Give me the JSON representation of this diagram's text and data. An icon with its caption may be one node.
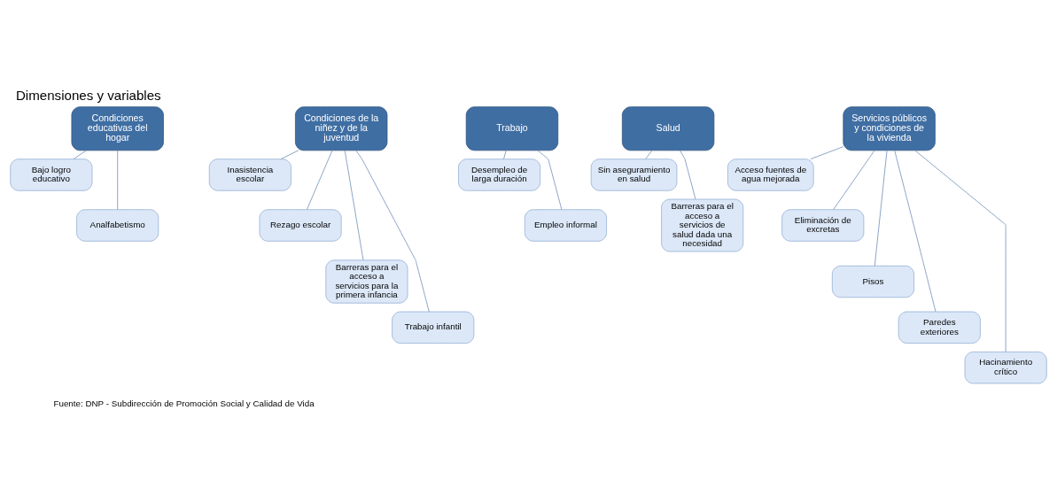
{
  "diagram": {
    "title": "Dimensiones y variables",
    "caption": "Fuente: DNP - Subdirección de Promoción Social y Calidad de Vida",
    "nodes": [
      {
        "text": [
          "Condiciones educativas del hogar"
        ]
      },
      {
        "text": [
          "Bajo logro educativo"
        ]
      },
      {
        "text": [
          "Analfabetismo"
        ]
      },
      {
        "text": [
          "Condiciones de la niñez y de la juventud"
        ]
      },
      {
        "text": [
          "Inasistencia escolar"
        ]
      },
      {
        "text": [
          "Rezago escolar"
        ]
      },
      {
        "text": [
          "Barreras para el acceso a servicios para la primera infancia"
        ]
      },
      {
        "text": [
          "Trabajo infantil"
        ]
      },
      {
        "text": [
          "Trabajo"
        ]
      },
      {
        "text": [
          "Desempleo de larga duración"
        ]
      },
      {
        "text": [
          "Empleo informal"
        ]
      },
      {
        "text": [
          "Salud"
        ]
      },
      {
        "text": [
          "Sin aseguramiento en salud"
        ]
      },
      {
        "text": [
          "Barreras para el acceso a servicios de salud dada una necesidad"
        ]
      },
      {
        "text": [
          "Servicios públicos y condiciones de la vivienda"
        ]
      },
      {
        "text": [
          "Acceso fuentes de agua mejorada"
        ]
      },
      {
        "text": [
          "Eliminación de excretas"
        ]
      },
      {
        "text": [
          "Pisos"
        ]
      },
      {
        "text": [
          "Paredes exteriores"
        ]
      },
      {
        "text": [
          "Hacinamiento crítico"
        ]
      }
    ],
    "edges": [
      {
        "from": 0,
        "to": 1,
        "arrow": "none"
      },
      {
        "from": 0,
        "to": 2,
        "arrow": "none"
      },
      {
        "from": 3,
        "to": 4,
        "arrow": "none"
      },
      {
        "from": 3,
        "to": 5,
        "arrow": "none"
      },
      {
        "from": 3,
        "to": 6,
        "arrow": "none"
      },
      {
        "from": 3,
        "to": 7,
        "arrow": "none"
      },
      {
        "from": 8,
        "to": 9,
        "arrow": "none"
      },
      {
        "from": 8,
        "to": 10,
        "arrow": "none"
      },
      {
        "from": 11,
        "to": 12,
        "arrow": "none"
      },
      {
        "from": 11,
        "to": 13,
        "arrow": "none"
      },
      {
        "from": 14,
        "to": 15,
        "arrow": "none"
      },
      {
        "from": 14,
        "to": 16,
        "arrow": "none"
      },
      {
        "from": 14,
        "to": 17,
        "arrow": "none"
      },
      {
        "from": 14,
        "to": 18,
        "arrow": "none"
      },
      {
        "from": 14,
        "to": 19,
        "arrow": "none"
      }
    ]
  }
}
